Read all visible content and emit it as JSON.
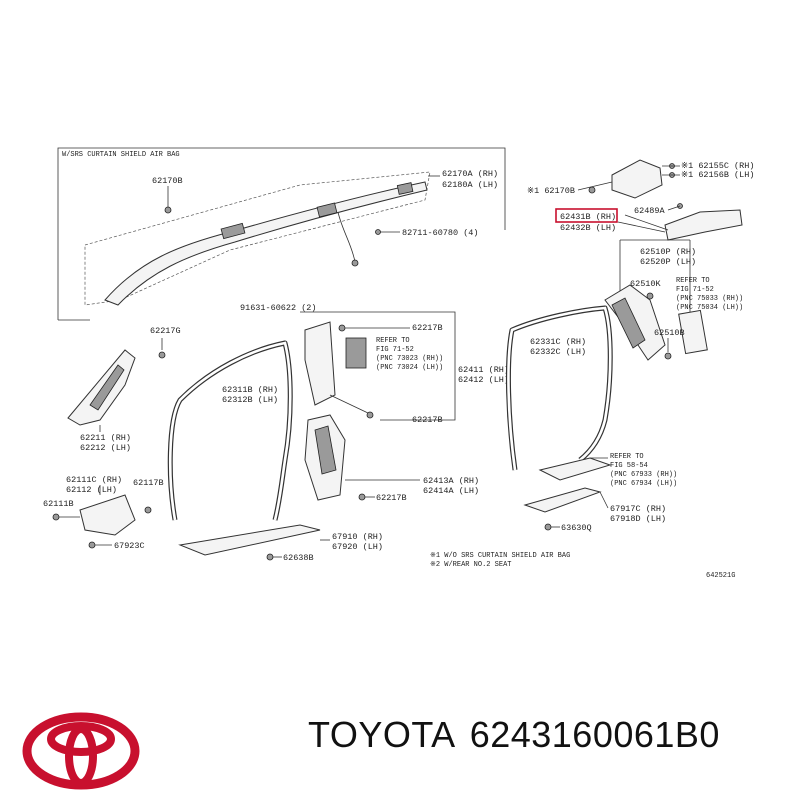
{
  "diagram": {
    "section_title": "W/SRS CURTAIN SHIELD AIR BAG",
    "figure_code": "642521G",
    "labels": {
      "p62170B_left": "62170B",
      "p62170A": "62170A (RH)",
      "p62180A": "62180A (LH)",
      "p82711": "82711-60780 (4)",
      "p62155C": "※1 62155C (RH)",
      "p62156B": "※1 62156B (LH)",
      "p62170B_right": "※1 62170B",
      "p62489A": "62489A",
      "p62431B": "62431B (RH)",
      "p62432B": "62432B (LH)",
      "p62510P": "62510P (RH)",
      "p62520P": "62520P (LH)",
      "p62510K": "62510K",
      "ref71_52b_1": "REFER TO",
      "ref71_52b_2": "FIG 71-52",
      "ref71_52b_3": "(PNC 75033 (RH))",
      "ref71_52b_4": "(PNC 75034 (LH))",
      "p62510B": "62510B",
      "p91631": "91631-60622 (2)",
      "p62217B_a": "62217B",
      "ref71_52a_1": "REFER TO",
      "ref71_52a_2": "FIG 71-52",
      "ref71_52a_3": "(PNC 73023 (RH))",
      "ref71_52a_4": "(PNC 73024 (LH))",
      "p62217G": "62217G",
      "p62311B": "62311B (RH)",
      "p62312B": "62312B (LH)",
      "p62411": "62411 (RH)",
      "p62412": "62412 (LH)",
      "p62331C": "62331C (RH)",
      "p62332C": "62332C (LH)",
      "p62217B_b": "62217B",
      "p62211": "62211 (RH)",
      "p62212": "62212 (LH)",
      "ref58_54_1": "REFER TO",
      "ref58_54_2": "FIG 58-54",
      "ref58_54_3": "(PNC 67933 (RH))",
      "ref58_54_4": "(PNC 67934 (LH))",
      "p62111C": "62111C (RH)",
      "p62112": "62112 (LH)",
      "p62117B": "62117B",
      "p62413A": "62413A (RH)",
      "p62414A": "62414A (LH)",
      "p62217B_c": "62217B",
      "p62111B": "62111B",
      "p67917C": "67917C (RH)",
      "p67918D": "67918D (LH)",
      "p63630Q": "63630Q",
      "p67923C": "67923C",
      "p67910": "67910 (RH)",
      "p67920": "67920 (LH)",
      "p62638B": "62638B",
      "note1": "※1  W/O SRS CURTAIN SHIELD AIR BAG",
      "note2": "※2  W/REAR NO.2 SEAT"
    }
  },
  "footer": {
    "brand": "TOYOTA",
    "part_number": "6243160061B0"
  },
  "colors": {
    "logo_red": "#c8102e",
    "highlight_red": "#c8102e"
  }
}
